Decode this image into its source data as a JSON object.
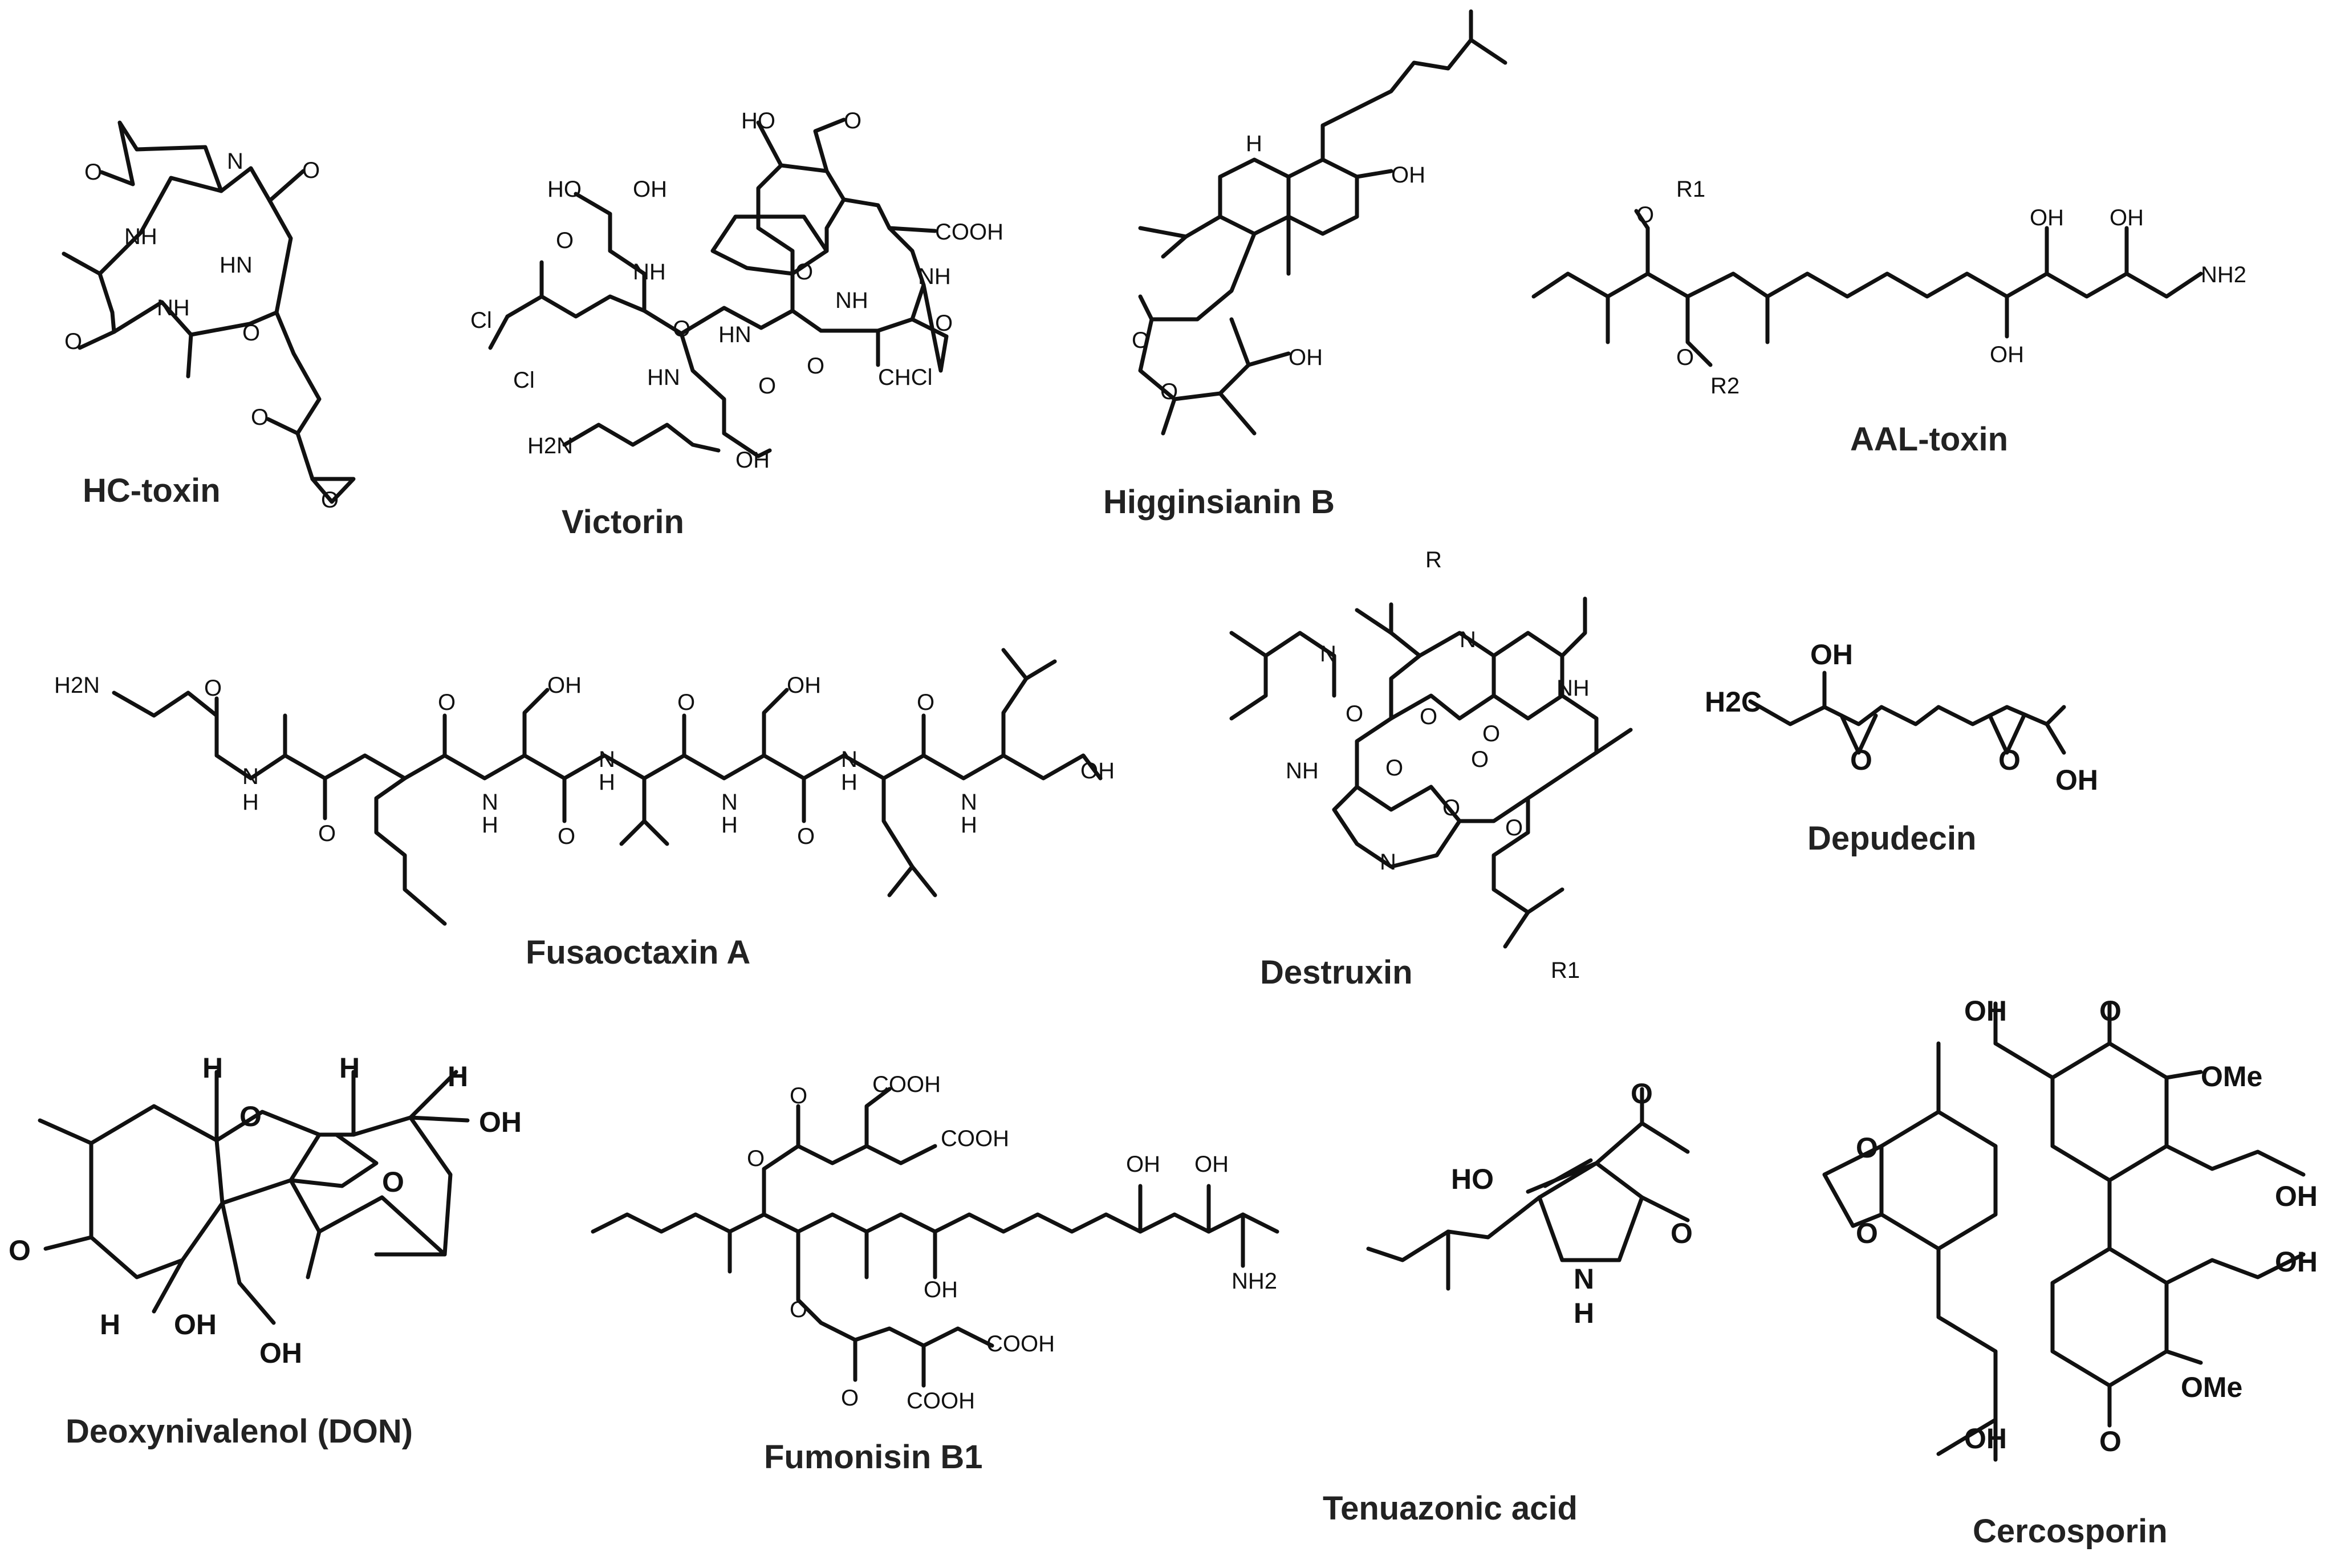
{
  "compounds": [
    {
      "id": "hc",
      "name": "HC-toxin",
      "atoms": [
        "N",
        "O",
        "O",
        "NH",
        "HN",
        "NH",
        "O",
        "O",
        "O",
        "O"
      ]
    },
    {
      "id": "victorin",
      "name": "Victorin",
      "atoms": [
        "HO",
        "OH",
        "O",
        "NH",
        "Cl",
        "Cl",
        "HO",
        "O",
        "O",
        "COOH",
        "NH",
        "HN",
        "HN",
        "NH",
        "O",
        "O",
        "O",
        "O",
        "CHCl",
        "H2N",
        "OH"
      ]
    },
    {
      "id": "higginsianin",
      "name": "Higginsianin B",
      "atoms": [
        "H",
        "OH",
        "O",
        "O",
        "OH"
      ]
    },
    {
      "id": "aal",
      "name": "AAL-toxin",
      "atoms": [
        "O",
        "R1",
        "O",
        "R2",
        "OH",
        "OH",
        "OH",
        "NH2"
      ]
    },
    {
      "id": "fusaoctaxin",
      "name": "Fusaoctaxin A",
      "atoms": [
        "H2N",
        "O",
        "N",
        "H",
        "O",
        "O",
        "N",
        "H",
        "OH",
        "O",
        "N",
        "H",
        "O",
        "N",
        "H",
        "OH",
        "O",
        "N",
        "H",
        "O",
        "N",
        "H",
        "OH"
      ]
    },
    {
      "id": "destruxin",
      "name": "Destruxin",
      "atoms": [
        "R",
        "N",
        "N",
        "O",
        "O",
        "NH",
        "NH",
        "O",
        "O",
        "O",
        "N",
        "O",
        "O",
        "R1"
      ]
    },
    {
      "id": "depudecin",
      "name": "Depudecin",
      "atoms": [
        "OH",
        "H2C",
        "O",
        "O",
        "OH"
      ]
    },
    {
      "id": "don",
      "name": "Deoxynivalenol (DON)",
      "atoms": [
        "H",
        "O",
        "H",
        "H",
        "OH",
        "O",
        "O",
        "H",
        "OH",
        "OH"
      ]
    },
    {
      "id": "fumonisin",
      "name": "Fumonisin B1",
      "atoms": [
        "O",
        "COOH",
        "COOH",
        "O",
        "OH",
        "OH",
        "OH",
        "NH2",
        "O",
        "O",
        "COOH",
        "COOH"
      ]
    },
    {
      "id": "tenuazonic",
      "name": "Tenuazonic acid",
      "atoms": [
        "O",
        "HO",
        "N",
        "H",
        "O"
      ]
    },
    {
      "id": "cercosporin",
      "name": "Cercosporin",
      "atoms": [
        "OH",
        "O",
        "OMe",
        "OH",
        "O",
        "O",
        "OH",
        "OMe",
        "OH",
        "O"
      ]
    }
  ]
}
